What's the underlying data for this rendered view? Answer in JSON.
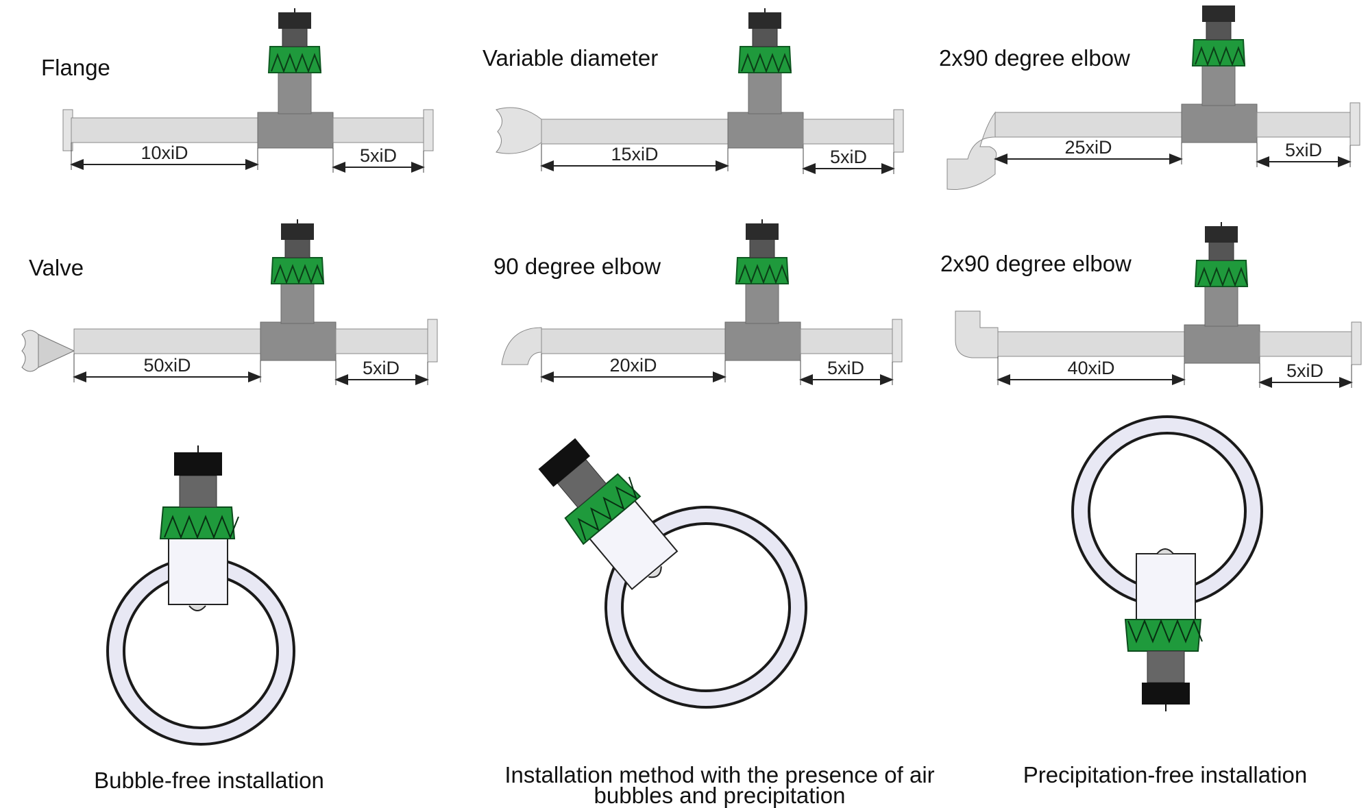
{
  "colors": {
    "pipe": "#dcdcdc",
    "pipe_stroke": "#8a8a8a",
    "tee": "#8c8c8c",
    "green": "#1f9a3c",
    "cap": "#2b2b2b",
    "ring": "#e8e8f4",
    "ring_stroke": "#1a1a1a"
  },
  "panels": [
    {
      "title": "Flange",
      "upstream": "10xiD",
      "downstream": "5xiD",
      "fitting": "flange"
    },
    {
      "title": "Variable diameter",
      "upstream": "15xiD",
      "downstream": "5xiD",
      "fitting": "reducer"
    },
    {
      "title": "2x90 degree elbow",
      "upstream": "25xiD",
      "downstream": "5xiD",
      "fitting": "double-elbow-down"
    },
    {
      "title": "Valve",
      "upstream": "50xiD",
      "downstream": "5xiD",
      "fitting": "valve"
    },
    {
      "title": "90 degree elbow",
      "upstream": "20xiD",
      "downstream": "5xiD",
      "fitting": "elbow"
    },
    {
      "title": "2x90 degree elbow",
      "upstream": "40xiD",
      "downstream": "5xiD",
      "fitting": "double-elbow-up"
    }
  ],
  "orientations": [
    {
      "caption": "Bubble-free installation"
    },
    {
      "caption": "Installation method with the presence of air bubbles and precipitation"
    },
    {
      "caption": "Precipitation-free installation"
    }
  ]
}
